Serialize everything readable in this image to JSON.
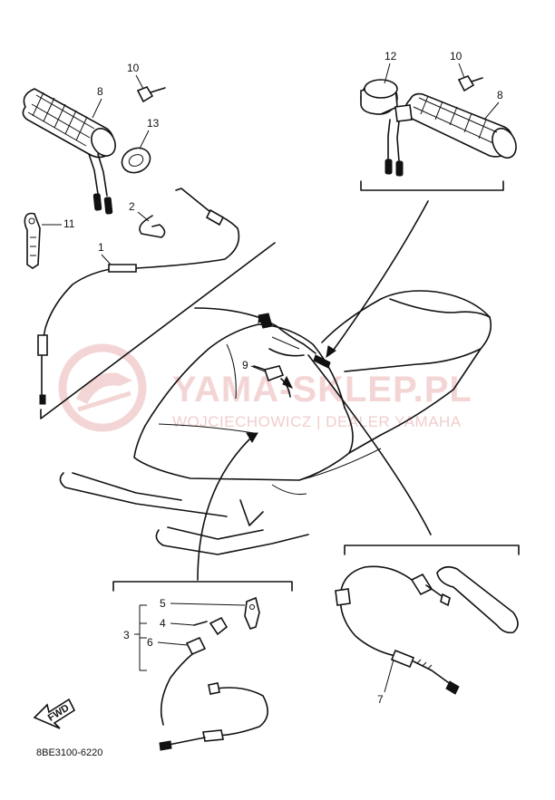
{
  "diagram": {
    "part_code": "8BE3100-6220",
    "fwd_label": "FWD",
    "callouts": {
      "c1": "1",
      "c2": "2",
      "c3": "3",
      "c4": "4",
      "c5": "5",
      "c6": "6",
      "c7": "7",
      "c8a": "8",
      "c8b": "8",
      "c9": "9",
      "c10a": "10",
      "c10b": "10",
      "c11": "11",
      "c12": "12",
      "c13": "13"
    }
  },
  "watermark": {
    "brand": "YAMA-SKLEP.PL",
    "tagline": "WOJCIECHOWICZ | DEALER YAMAHA",
    "color": "#e8a4a4"
  }
}
